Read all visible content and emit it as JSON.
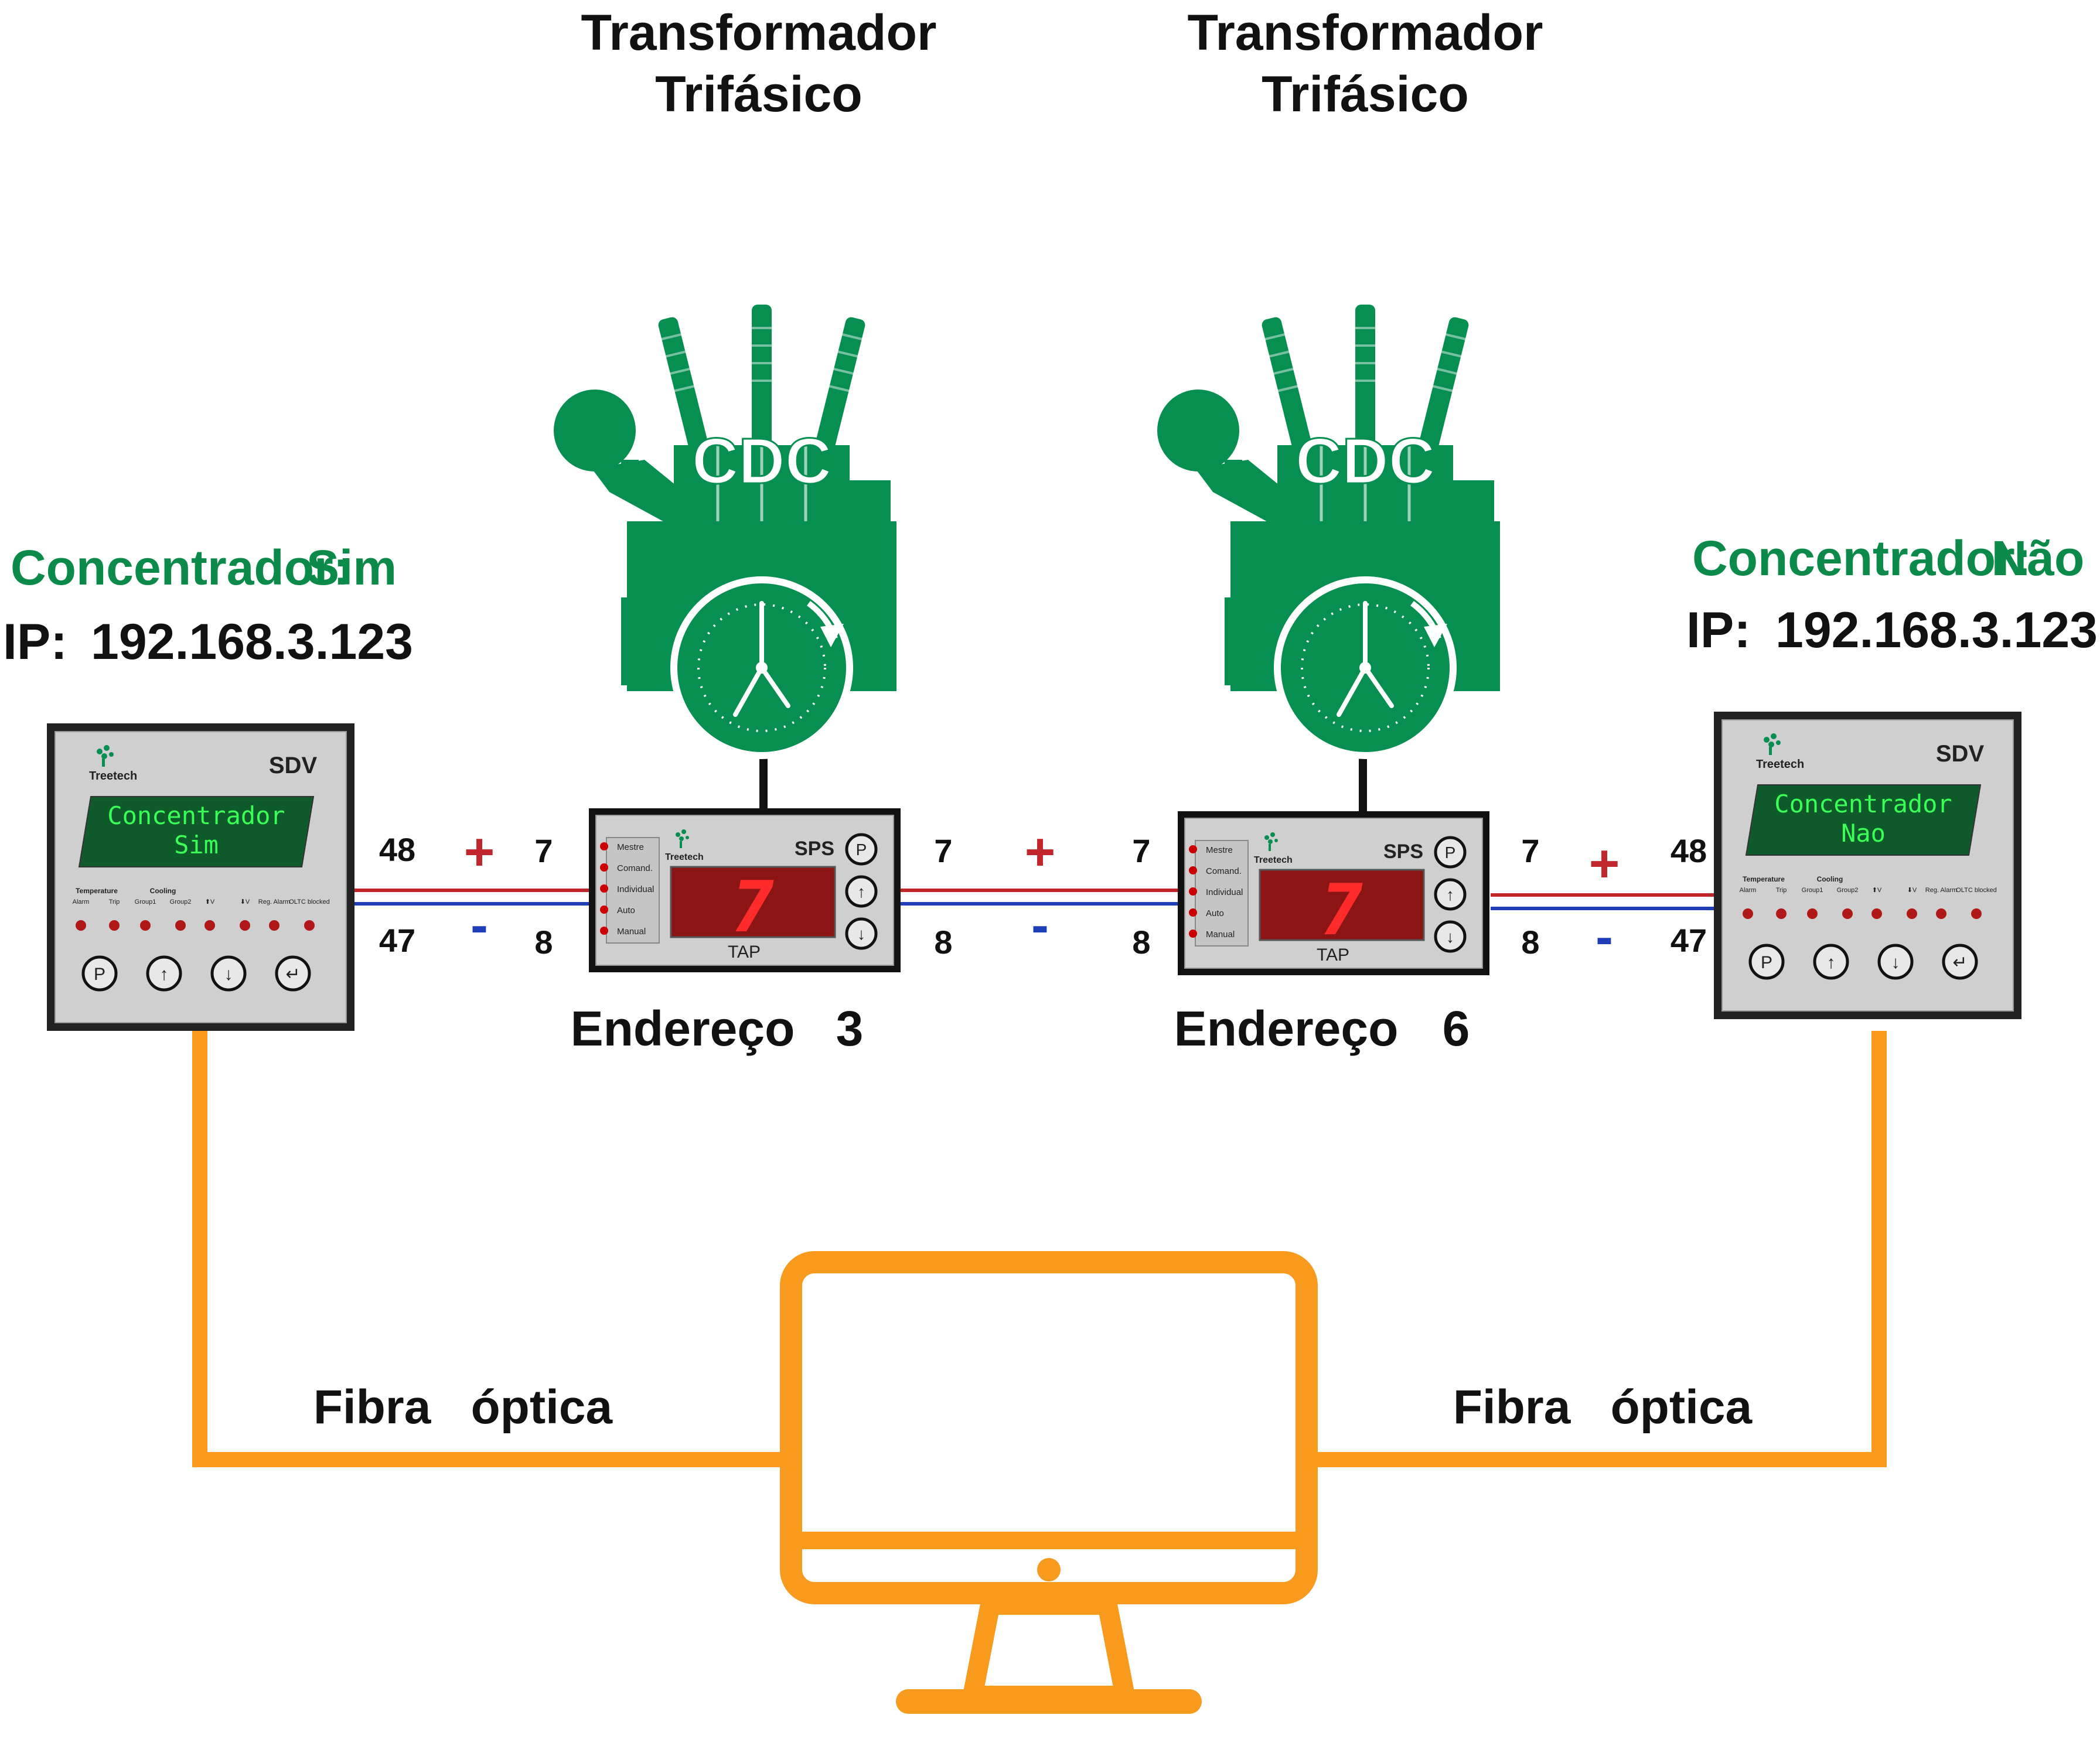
{
  "transformers": [
    {
      "title_line1": "Transformador",
      "title_line2": "Trifásico",
      "badge": "CDC"
    },
    {
      "title_line1": "Transformador",
      "title_line2": "Trifásico",
      "badge": "CDC"
    }
  ],
  "sps_units": [
    {
      "brand": "Treetech",
      "model": "SPS",
      "display_value": "7",
      "display_caption": "TAP",
      "indicators": [
        "Mestre",
        "Comand.",
        "Individual",
        "Auto",
        "Manual"
      ],
      "buttons": [
        "P",
        "↑",
        "↓"
      ],
      "address_label": "Endereço",
      "address_value": "3"
    },
    {
      "brand": "Treetech",
      "model": "SPS",
      "display_value": "7",
      "display_caption": "TAP",
      "indicators": [
        "Mestre",
        "Comand.",
        "Individual",
        "Auto",
        "Manual"
      ],
      "buttons": [
        "P",
        "↑",
        "↓"
      ],
      "address_label": "Endereço",
      "address_value": "6"
    }
  ],
  "sdv_units": [
    {
      "brand": "Treetech",
      "model": "SDV",
      "lcd_line1": "Concentrador",
      "lcd_line2": "Sim",
      "concentrator_label": "Concentrador:",
      "concentrator_value": "Sim",
      "ip_label": "IP:",
      "ip_value": "192.168.3.123",
      "group_labels": [
        "Temperature",
        "Cooling"
      ],
      "led_labels": [
        "Alarm",
        "Trip",
        "Group1",
        "Group2",
        "⬆V",
        "⬇V",
        "Reg. Alarm",
        "OLTC blocked"
      ],
      "buttons": [
        "P",
        "↑",
        "↓",
        "↵"
      ]
    },
    {
      "brand": "Treetech",
      "model": "SDV",
      "lcd_line1": "Concentrador",
      "lcd_line2": "Nao",
      "concentrator_label": "Concentrador:",
      "concentrator_value": "Não",
      "ip_label": "IP:",
      "ip_value": "192.168.3.123",
      "group_labels": [
        "Temperature",
        "Cooling"
      ],
      "led_labels": [
        "Alarm",
        "Trip",
        "Group1",
        "Group2",
        "⬆V",
        "⬇V",
        "Reg. Alarm",
        "OLTC blocked"
      ],
      "buttons": [
        "P",
        "↑",
        "↓",
        "↵"
      ]
    }
  ],
  "terminals": {
    "left": {
      "sdv_plus": "48",
      "sdv_minus": "47",
      "sps_plus": "7",
      "sps_minus": "8",
      "plus": "+",
      "minus": "-"
    },
    "middle": {
      "a_plus": "7",
      "a_minus": "8",
      "b_plus": "7",
      "b_minus": "8",
      "plus": "+",
      "minus": "-"
    },
    "right": {
      "sps_plus": "7",
      "sps_minus": "8",
      "sdv_plus": "48",
      "sdv_minus": "47",
      "plus": "+",
      "minus": "-"
    }
  },
  "links": {
    "left_label": "Fibra   óptica",
    "right_label": "Fibra   óptica"
  },
  "colors": {
    "transformer_green": "#078f52",
    "label_green": "#0b8a4a",
    "fiber_orange": "#f79a1e",
    "wire_plus": "#c0262b",
    "wire_minus": "#1f3fb8",
    "sps_display_bg": "#8b1515",
    "sps_digit": "#ff2a2a",
    "sdv_lcd_bg": "#0f5a2a",
    "sdv_lcd_text": "#39ff56",
    "panel_gray": "#cfcfcf"
  }
}
